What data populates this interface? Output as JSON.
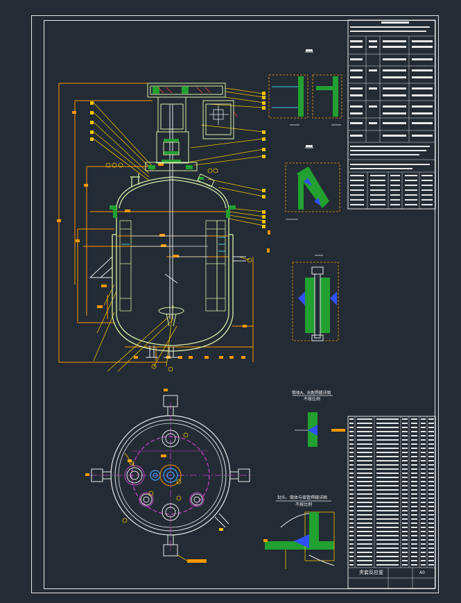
{
  "drawing": {
    "colors": {
      "background": "#232b34",
      "frame": "#e8e8e8",
      "dimension": "#ff9900",
      "vessel": "#d8f0a8",
      "section_fill": "#22a030",
      "weld": "#3050ff",
      "hatch": "#e0e000",
      "circle": "#cc44cc",
      "leader": "#f5c400"
    },
    "detail_labels": {
      "weld_detail_a": "筒体A、B类焊缝详图",
      "weld_detail_a_scale": "不按比例",
      "weld_detail_b": "封头、筒体与接管焊缝详图",
      "weld_detail_b_scale": "不按比例"
    },
    "title_block": {
      "name": "夹套反应釜",
      "sheet_size": "A0"
    }
  }
}
